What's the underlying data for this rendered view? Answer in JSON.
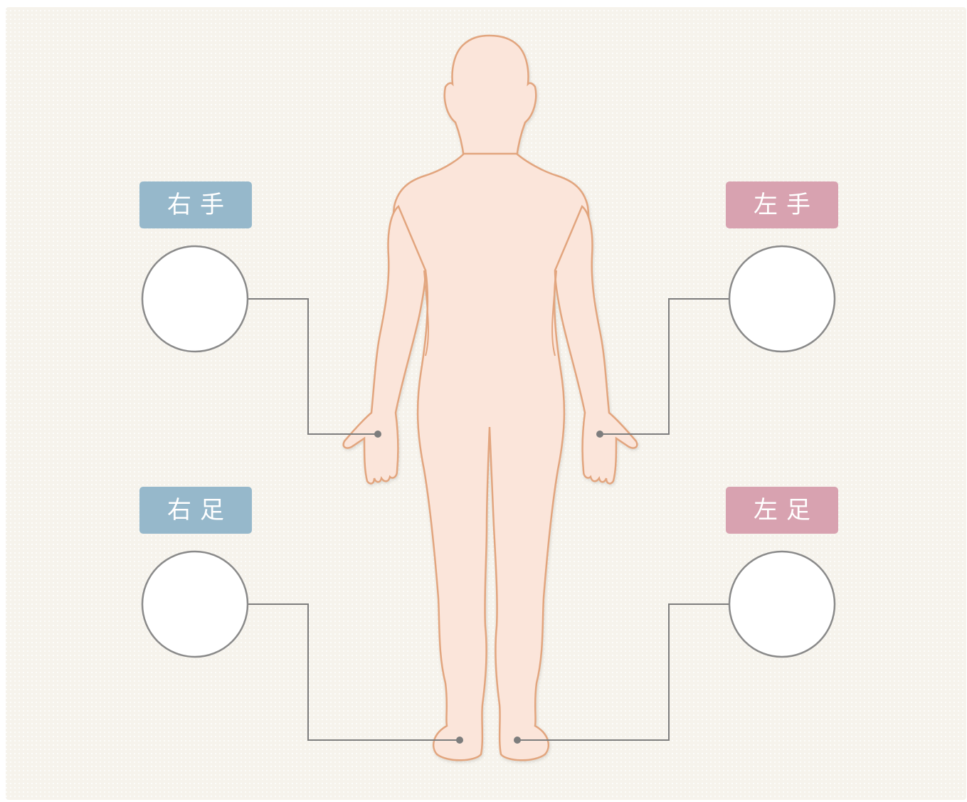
{
  "labels": {
    "right_hand": "右手",
    "left_hand": "左手",
    "right_foot": "右足",
    "left_foot": "左足"
  },
  "colors": {
    "background": "#f6f3ec",
    "background_dot": "#ffffff",
    "body_fill": "#fbe5da",
    "body_outline": "#e2a57e",
    "right_side_tag": "#96b8cb",
    "left_side_tag": "#d8a2b0",
    "connector_line": "#7d7d7d",
    "circle_fill": "#ffffff",
    "circle_stroke": "#8a8a8a"
  }
}
